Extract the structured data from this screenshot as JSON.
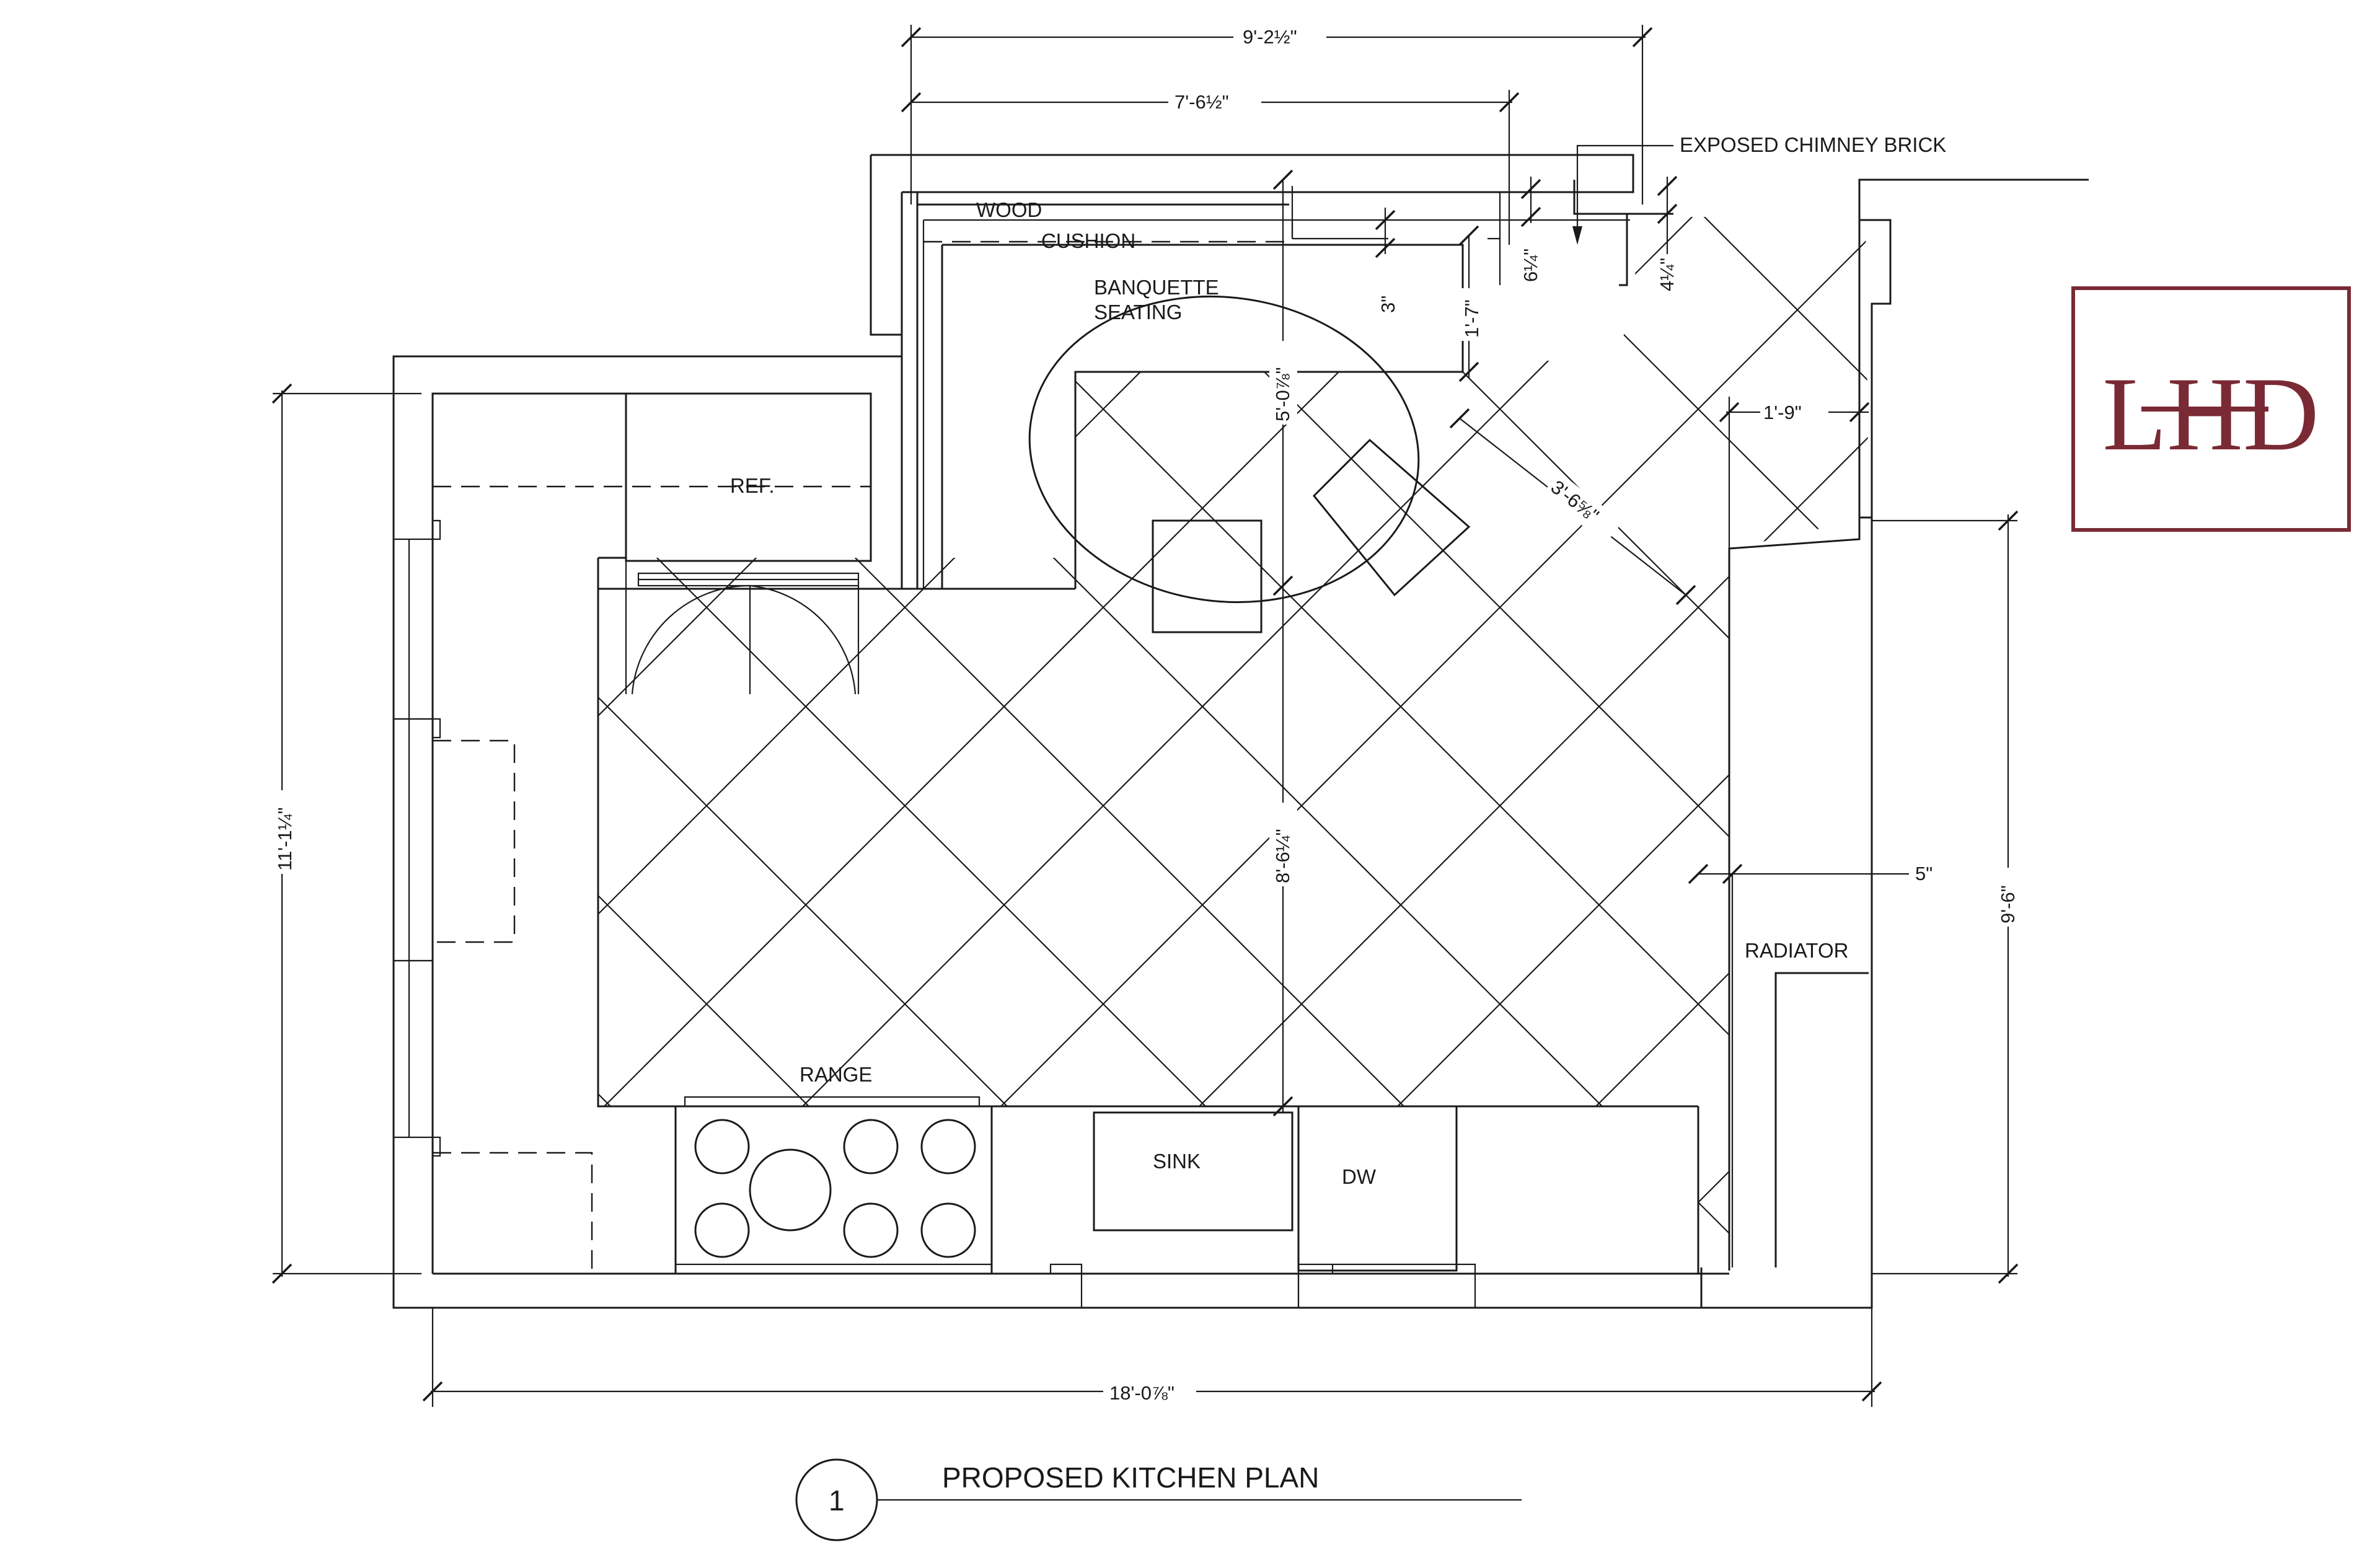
{
  "labels": {
    "wood": "WOOD",
    "cushion": "CUSHION",
    "banquette_1": "BANQUETTE",
    "banquette_2": "SEATING",
    "ref": "REF.",
    "range": "RANGE",
    "sink": "SINK",
    "dw": "DW",
    "radiator": "RADIATOR",
    "chimney": "EXPOSED CHIMNEY BRICK"
  },
  "dimensions": {
    "top_overall": "9'-2½\"",
    "top_inner": "7'-6½\"",
    "left_height": "11'-1¼\"",
    "right_height": "9'-6\"",
    "bottom_width": "18'-0⅞\"",
    "radiator_gap": "5\"",
    "chimney_offset": "1'-9\"",
    "diagonal": "3'-6⅝\"",
    "center_upper": "5'-0⅞\"",
    "center_lower": "8'-6¼\"",
    "bench_depth": "1'-7\"",
    "cushion_gap": "3\"",
    "ledge_1": "6¼\"",
    "ledge_2": "4¼\""
  },
  "title": {
    "number": "1",
    "text": "PROPOSED KITCHEN PLAN"
  },
  "logo": {
    "text": "LHD",
    "color": "#7a2a34"
  },
  "colors": {
    "line": "#1a1a1a",
    "background": "#ffffff"
  }
}
